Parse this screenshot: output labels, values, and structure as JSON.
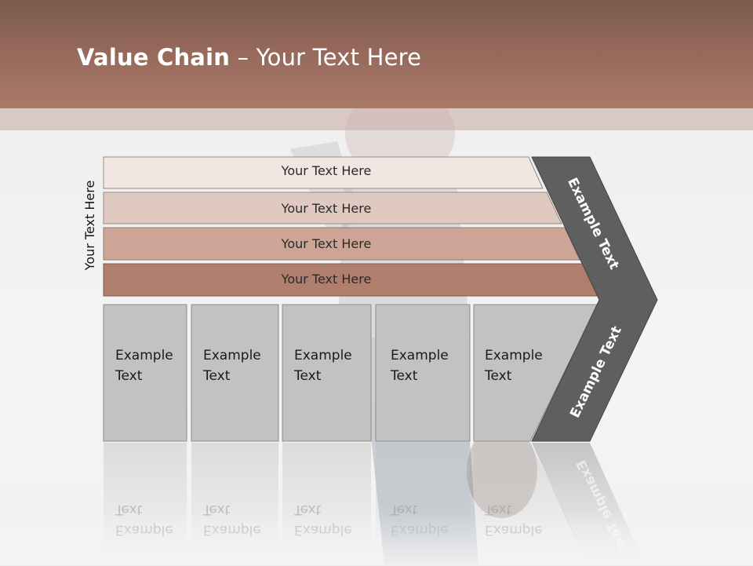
{
  "title": {
    "bold": "Value Chain",
    "rest": " – Your Text Here"
  },
  "side_label": "Your Text Here",
  "bars": [
    {
      "label": "Your Text Here",
      "color": "#f1e6e2"
    },
    {
      "label": "Your Text Here",
      "color": "#e0c9c1"
    },
    {
      "label": "Your Text Here",
      "color": "#cda596"
    },
    {
      "label": "Your Text Here",
      "color": "#b07e6d"
    }
  ],
  "columns": [
    {
      "line1": "Example",
      "line2": "Text"
    },
    {
      "line1": "Example",
      "line2": "Text"
    },
    {
      "line1": "Example",
      "line2": "Text"
    },
    {
      "line1": "Example",
      "line2": "Text"
    },
    {
      "line1": "Example",
      "line2": "Text"
    }
  ],
  "chevron": {
    "upper": "Example Text",
    "lower": "Example Text",
    "color": "#5f5f5f"
  },
  "colors": {
    "header": "#94685a",
    "column_fill": "#c2c2c2"
  }
}
